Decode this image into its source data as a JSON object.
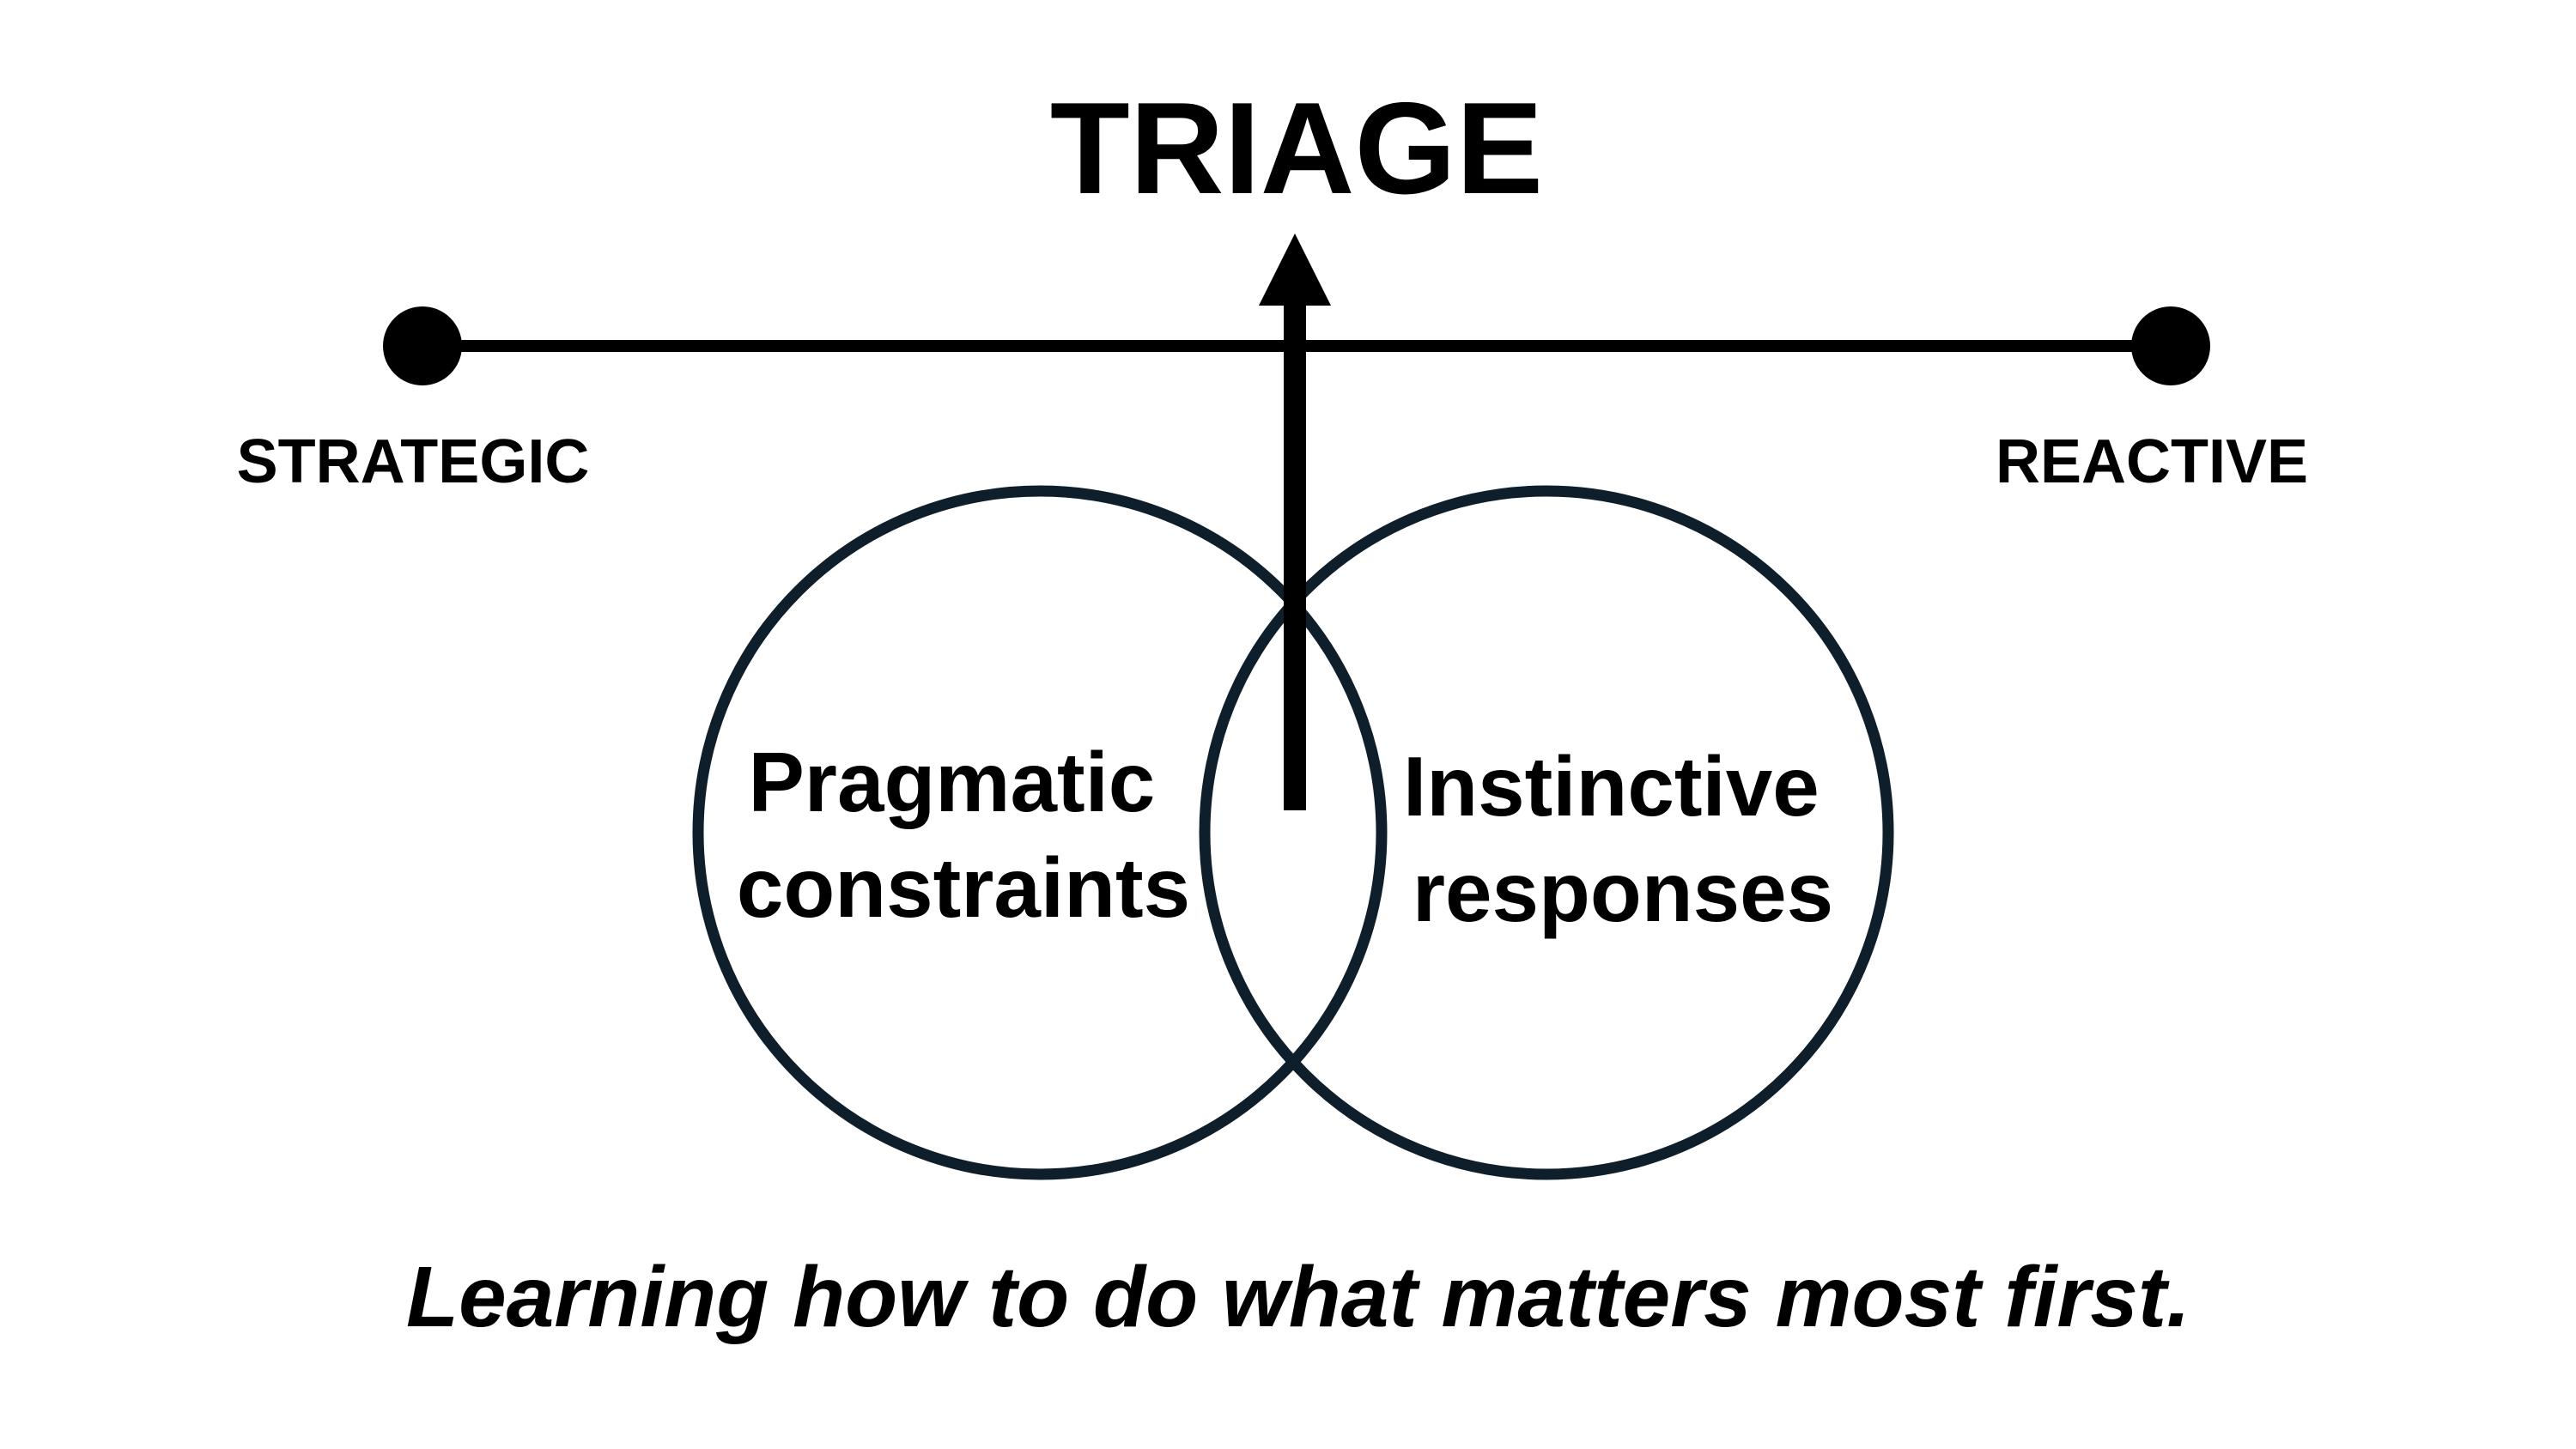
{
  "title": "TRIAGE",
  "spectrum": {
    "left_label": "STRATEGIC",
    "right_label": "REACTIVE"
  },
  "venn": {
    "left_circle": {
      "line1": "Pragmatic",
      "line2": "constraints"
    },
    "right_circle": {
      "line1": "Instinctive",
      "line2": "responses"
    }
  },
  "tagline": "Learning how to do what matters most first.",
  "colors": {
    "text": "#000000",
    "lines": "#000000",
    "circle_stroke": "#0e1e2b",
    "background": "#ffffff"
  }
}
